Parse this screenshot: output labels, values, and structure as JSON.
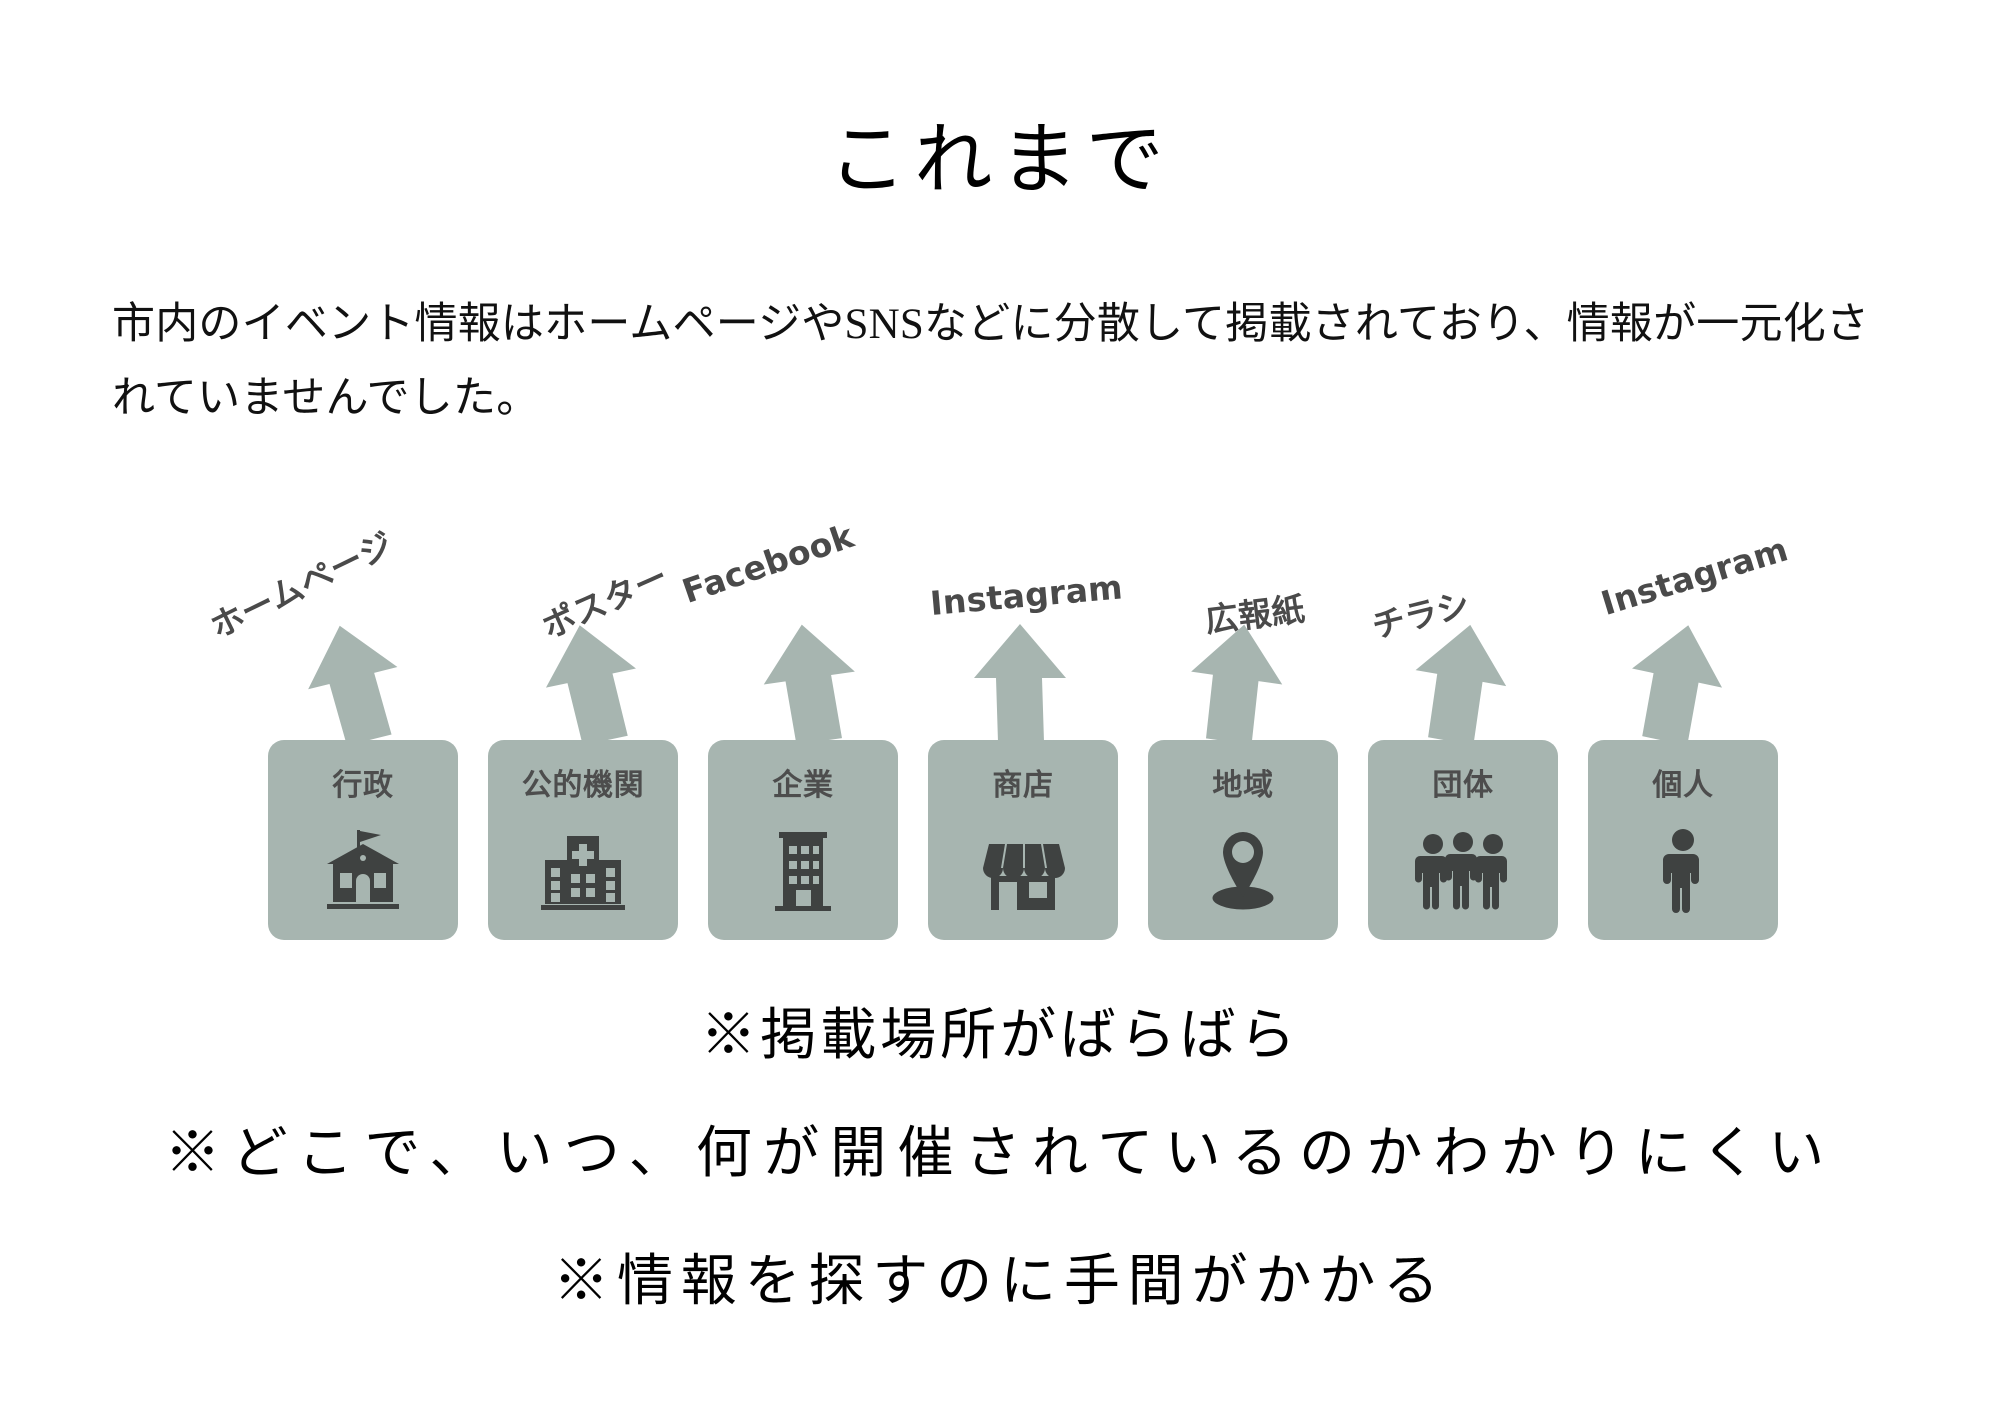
{
  "slide": {
    "title": "これまで",
    "lead_paragraph": {
      "line1": "市内のイベント情報はホームページやSNSなどに分散して掲載されており、情報が一元化さ",
      "line2": "れていませんでした。"
    }
  },
  "diagram": {
    "channel_labels": [
      "ホームページ",
      "ポスター",
      "Facebook",
      "Instagram",
      "広報紙",
      "チラシ",
      "Instagram"
    ],
    "entities": [
      {
        "label": "行政",
        "icon": "city-hall-icon"
      },
      {
        "label": "公的機関",
        "icon": "hospital-icon"
      },
      {
        "label": "企業",
        "icon": "office-building-icon"
      },
      {
        "label": "商店",
        "icon": "storefront-icon"
      },
      {
        "label": "地域",
        "icon": "map-pin-icon"
      },
      {
        "label": "団体",
        "icon": "three-people-icon"
      },
      {
        "label": "個人",
        "icon": "single-person-icon"
      }
    ],
    "arrow_icon": "up-arrow-icon",
    "colors": {
      "box_fill": "#a7b5b0",
      "arrow_fill": "#a7b5b0",
      "icon_dark": "#3f4241",
      "label_text": "#4d4d4d"
    }
  },
  "bullets": [
    "※掲載場所がばらばら",
    "※どこで、いつ、何が開催されているのかわかりにくい",
    "※情報を探すのに手間がかかる"
  ]
}
